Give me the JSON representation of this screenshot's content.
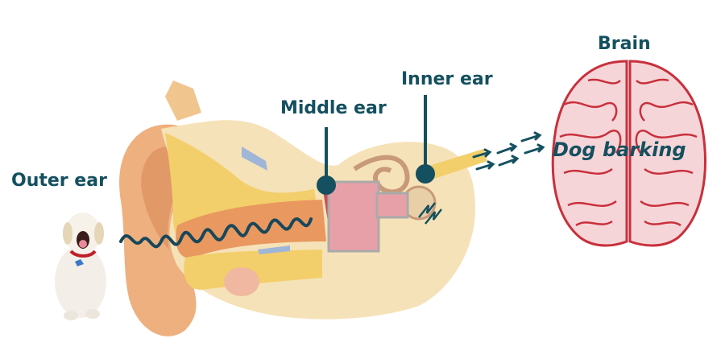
{
  "labels": {
    "outer_ear": "Outer ear",
    "middle_ear": "Middle ear",
    "inner_ear": "Inner ear",
    "brain": "Brain",
    "dog_barking": "Dog barking"
  },
  "colors": {
    "label_text": "#14505f",
    "wave": "#17475a",
    "brain": "#c8303c",
    "skin": "#eeb07e",
    "bone": "#f6e2b8",
    "tissue": "#f2cf6a"
  },
  "figures": {
    "dog": "puppy-barking",
    "ear": "ear-anatomy-cross-section",
    "brain": "brain-top-view"
  }
}
